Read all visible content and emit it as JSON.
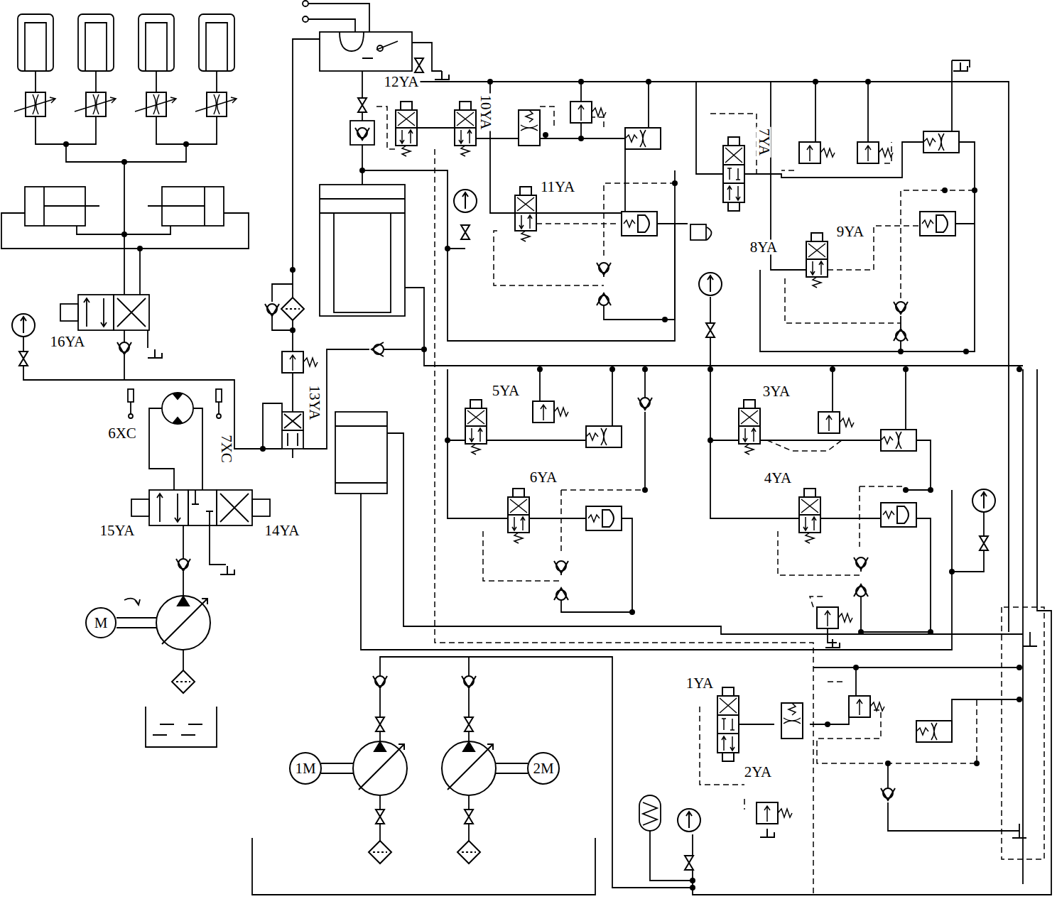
{
  "diagram": {
    "nodes": [
      {
        "text": [
          "M"
        ]
      },
      {
        "text": [
          "1M"
        ]
      },
      {
        "text": [
          "2M"
        ]
      }
    ],
    "labels": [
      "12YA",
      "10YA",
      "11YA",
      "7YA",
      "8YA",
      "9YA",
      "5YA",
      "6YA",
      "3YA",
      "4YA",
      "1YA",
      "2YA",
      "13YA",
      "16YA",
      "6XC",
      "7XC",
      "15YA",
      "14YA"
    ]
  }
}
